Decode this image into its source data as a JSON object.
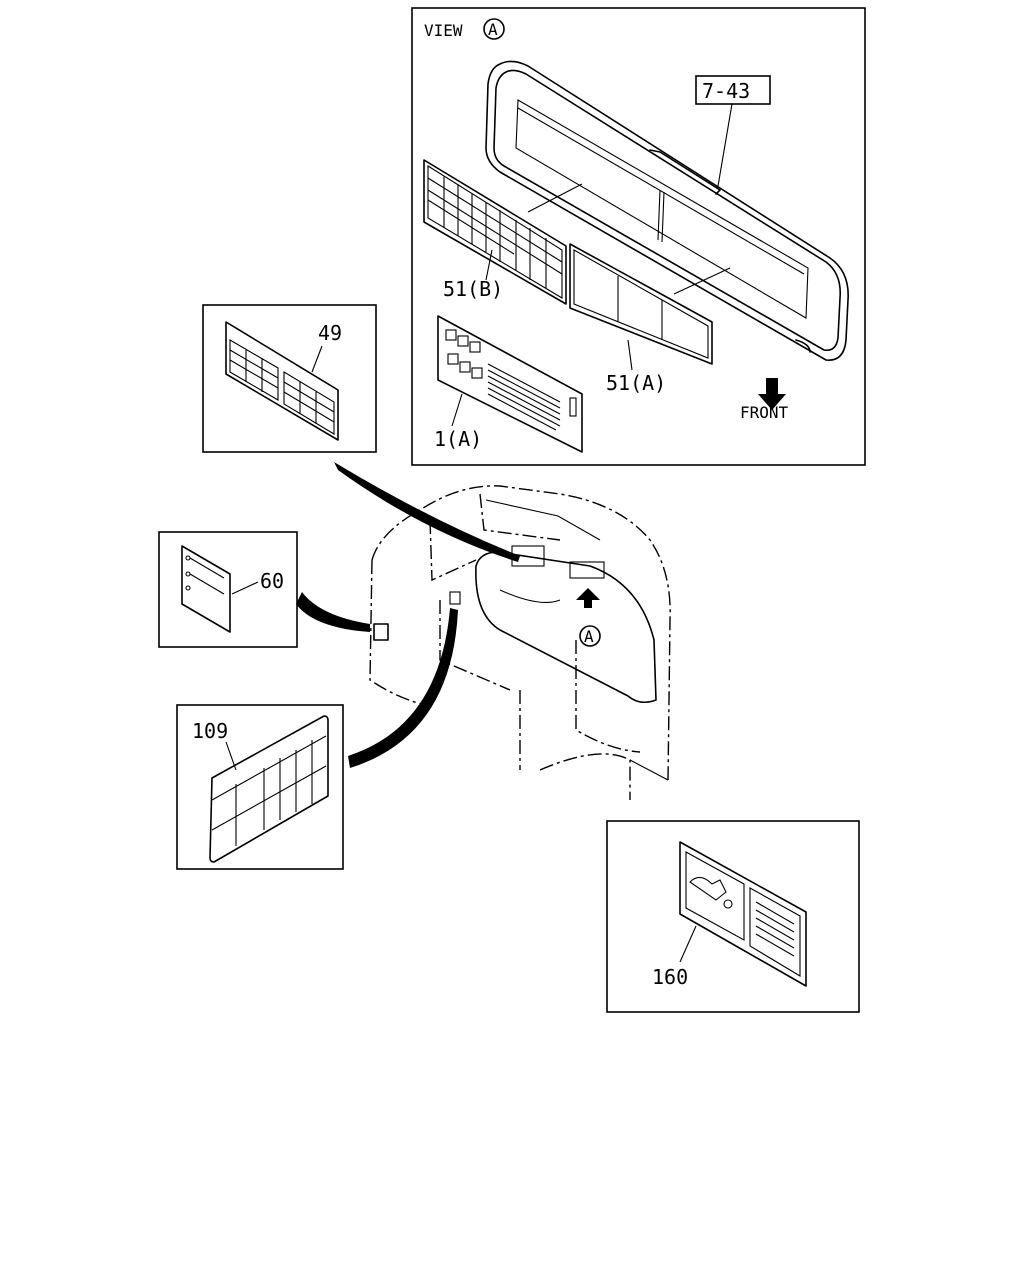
{
  "view_panel": {
    "title": "VIEW",
    "circle_letter": "A",
    "callouts": {
      "bracket": "7-43",
      "label_51b": "51(B)",
      "label_51a": "51(A)",
      "label_1a": "1(A)",
      "front": "FRONT"
    }
  },
  "callouts": {
    "label_49": "49",
    "label_60": "60",
    "label_109": "109",
    "label_160": "160",
    "view_marker": "A"
  },
  "colors": {
    "line": "#000000",
    "background": "#ffffff"
  }
}
